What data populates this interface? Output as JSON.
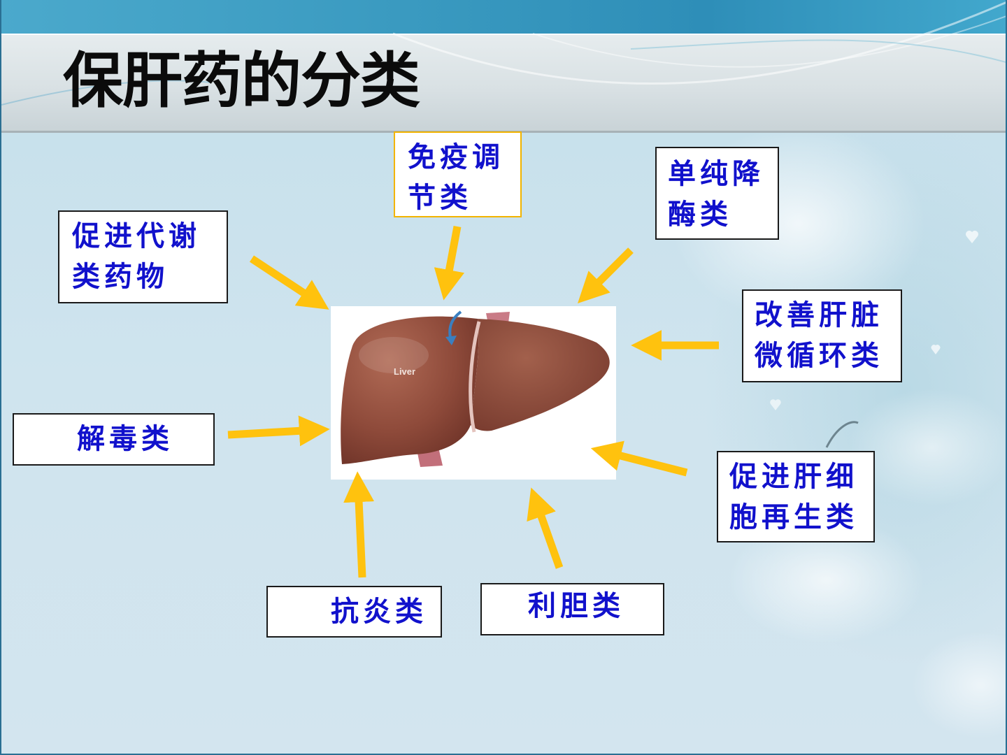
{
  "slide": {
    "title": "保肝药的分类",
    "center_image": {
      "label": "Liver"
    },
    "categories": [
      {
        "id": "immune",
        "lines": [
          "免疫调",
          "节类"
        ],
        "border_color": "#f2b400"
      },
      {
        "id": "enzyme",
        "lines": [
          "单纯降",
          "酶类"
        ],
        "border_color": "#1a1a1a"
      },
      {
        "id": "metabolism",
        "lines": [
          "促进代谢",
          "类药物"
        ],
        "border_color": "#1a1a1a"
      },
      {
        "id": "microcirculation",
        "lines": [
          "改善肝脏",
          "微循环类"
        ],
        "border_color": "#1a1a1a"
      },
      {
        "id": "detox",
        "lines": [
          "解毒类"
        ],
        "border_color": "#1a1a1a"
      },
      {
        "id": "regeneration",
        "lines": [
          "促进肝细",
          "胞再生类"
        ],
        "border_color": "#1a1a1a"
      },
      {
        "id": "anti-inflammatory",
        "lines": [
          "抗炎类"
        ],
        "border_color": "#1a1a1a"
      },
      {
        "id": "choleretic",
        "lines": [
          "利胆类"
        ],
        "border_color": "#1a1a1a"
      }
    ]
  },
  "colors": {
    "text_blue": "#1111cc",
    "arrow_yellow": "#ffc20e",
    "liver_brown": "#8e4a3a",
    "top_band": "#3a9ac0"
  }
}
